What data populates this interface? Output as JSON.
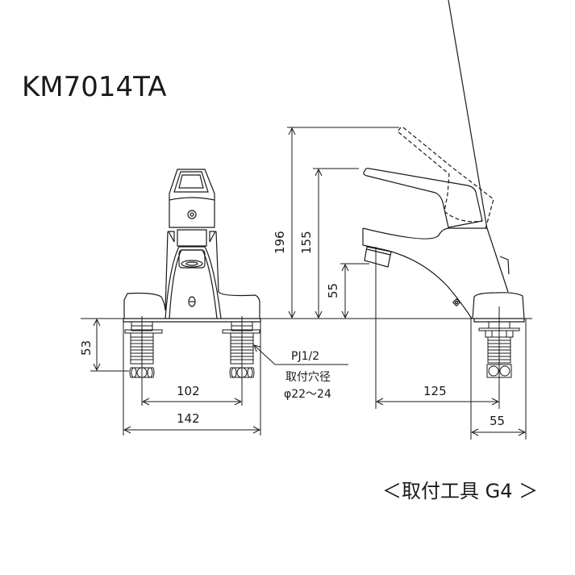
{
  "title": "KM7014TA",
  "tool_note": "＜取付工具 G4 ＞",
  "front_view": {
    "dimensions": {
      "height_below_deck": "53",
      "hole_spacing": "102",
      "base_width": "142"
    },
    "callout": {
      "thread": "PJ1/2",
      "hole_label": "取付穴径",
      "hole_diameter": "φ22～24"
    }
  },
  "side_view": {
    "dimensions": {
      "max_height_lever_up": "196",
      "height_lever": "155",
      "spout_height": "55",
      "spout_reach": "125",
      "base_depth": "55"
    }
  },
  "colors": {
    "line": "#1a1a1a",
    "background": "#ffffff"
  }
}
